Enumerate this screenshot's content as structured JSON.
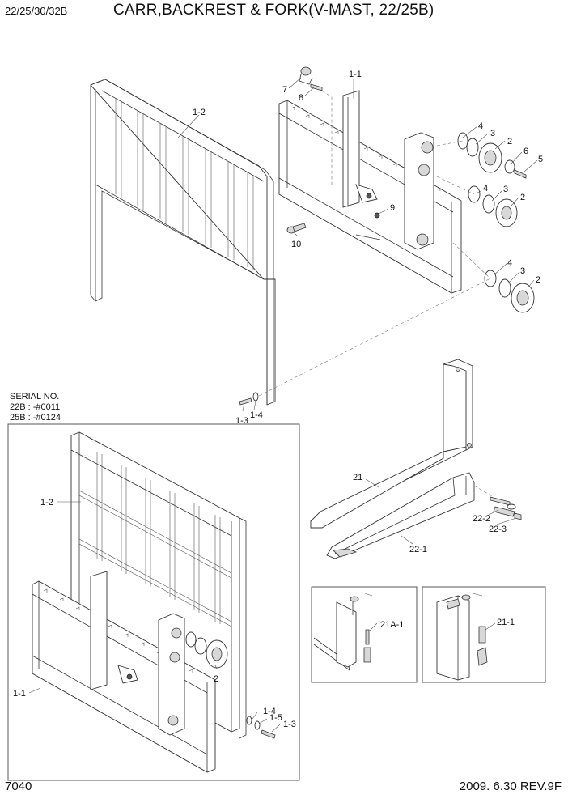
{
  "header": {
    "models": "22/25/30/32B",
    "title": "CARR,BACKREST & FORK(V-MAST, 22/25B)"
  },
  "footer": {
    "page_number": "7040",
    "revision": "2009. 6.30 REV.9F"
  },
  "serial_note": {
    "heading": "SERIAL NO.",
    "line1": "22B : -#0011",
    "line2": "25B : -#0124"
  },
  "callouts": {
    "top_7": "7",
    "top_8": "8",
    "top_1_1": "1-1",
    "top_1_2": "1-2",
    "top_4a": "4",
    "top_3a": "3",
    "top_2a": "2",
    "top_6": "6",
    "top_5": "5",
    "top_4b": "4",
    "top_3b": "3",
    "top_2b": "2",
    "top_9": "9",
    "top_10": "10",
    "top_4c": "4",
    "top_3c": "3",
    "top_2c": "2",
    "top_1_3": "1-3",
    "top_1_4": "1-4",
    "inset_1_2": "1-2",
    "inset_1_1": "1-1",
    "inset_2": "2",
    "inset_1_4": "1-4",
    "inset_1_5": "1-5",
    "inset_1_3": "1-3",
    "fork_21": "21",
    "fork_22_1": "22-1",
    "fork_22_2": "22-2",
    "fork_22_3": "22-3",
    "detail_21A_1": "21A-1",
    "detail_21_1": "21-1"
  }
}
